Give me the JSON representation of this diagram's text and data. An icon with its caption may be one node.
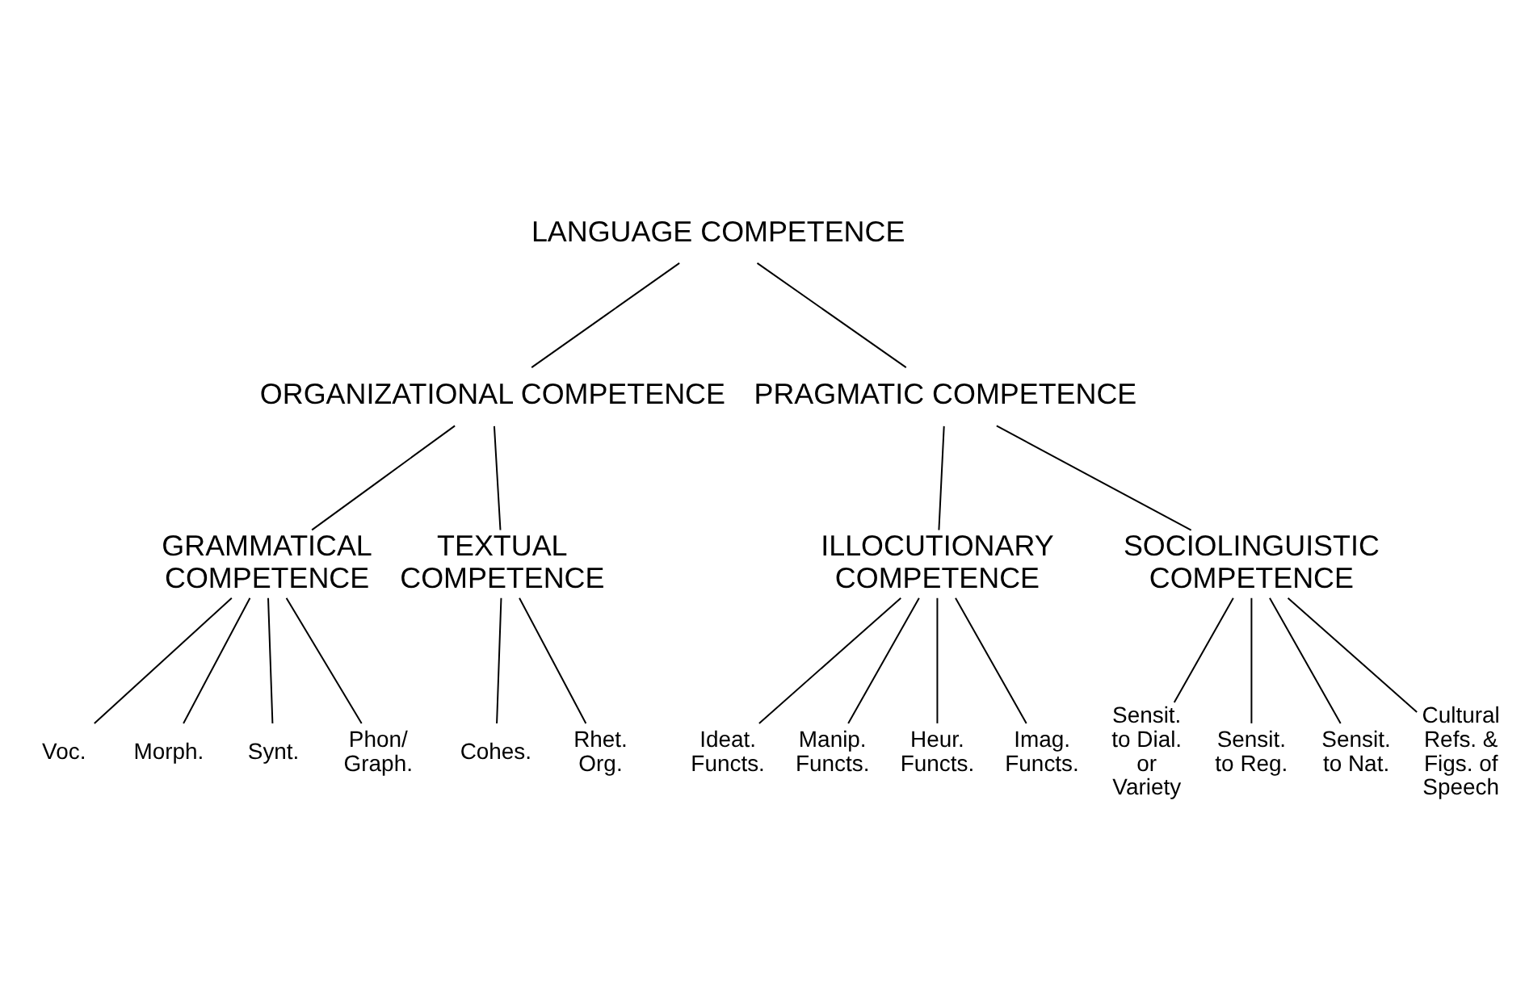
{
  "diagram": {
    "nodes": [
      {
        "text": [
          "LANGUAGE COMPETENCE"
        ]
      },
      {
        "text": [
          "ORGANIZATIONAL COMPETENCE"
        ]
      },
      {
        "text": [
          "PRAGMATIC COMPETENCE"
        ]
      },
      {
        "text": [
          "GRAMMATICAL COMPETENCE"
        ]
      },
      {
        "text": [
          "TEXTUAL COMPETENCE"
        ]
      },
      {
        "text": [
          "ILLOCUTIONARY COMPETENCE"
        ]
      },
      {
        "text": [
          "SOCIOLINGUISTIC COMPETENCE"
        ]
      },
      {
        "text": [
          "Voc."
        ]
      },
      {
        "text": [
          "Morph."
        ]
      },
      {
        "text": [
          "Synt."
        ]
      },
      {
        "text": [
          "Phon/ Graph."
        ]
      },
      {
        "text": [
          "Cohes."
        ]
      },
      {
        "text": [
          "Rhet. Org."
        ]
      },
      {
        "text": [
          "Ideat. Functs."
        ]
      },
      {
        "text": [
          "Manip. Functs."
        ]
      },
      {
        "text": [
          "Heur. Functs."
        ]
      },
      {
        "text": [
          "Imag. Functs."
        ]
      },
      {
        "text": [
          "Sensit. to Dial. or Variety"
        ]
      },
      {
        "text": [
          "Sensit. to Reg."
        ]
      },
      {
        "text": [
          "Sensit. to Nat."
        ]
      },
      {
        "text": [
          "Cultural Refs. & Figs. of Speech"
        ]
      }
    ],
    "edges": [
      {
        "from": 0,
        "to": 1,
        "arrow": "none"
      },
      {
        "from": 0,
        "to": 2,
        "arrow": "none"
      },
      {
        "from": 1,
        "to": 3,
        "arrow": "none"
      },
      {
        "from": 1,
        "to": 4,
        "arrow": "none"
      },
      {
        "from": 2,
        "to": 5,
        "arrow": "none"
      },
      {
        "from": 2,
        "to": 6,
        "arrow": "none"
      },
      {
        "from": 3,
        "to": 7,
        "arrow": "none"
      },
      {
        "from": 3,
        "to": 8,
        "arrow": "none"
      },
      {
        "from": 3,
        "to": 9,
        "arrow": "none"
      },
      {
        "from": 3,
        "to": 10,
        "arrow": "none"
      },
      {
        "from": 4,
        "to": 11,
        "arrow": "none"
      },
      {
        "from": 4,
        "to": 12,
        "arrow": "none"
      },
      {
        "from": 5,
        "to": 13,
        "arrow": "none"
      },
      {
        "from": 5,
        "to": 14,
        "arrow": "none"
      },
      {
        "from": 5,
        "to": 15,
        "arrow": "none"
      },
      {
        "from": 5,
        "to": 16,
        "arrow": "none"
      },
      {
        "from": 6,
        "to": 17,
        "arrow": "none"
      },
      {
        "from": 6,
        "to": 18,
        "arrow": "none"
      },
      {
        "from": 6,
        "to": 19,
        "arrow": "none"
      },
      {
        "from": 6,
        "to": 20,
        "arrow": "none"
      }
    ]
  }
}
